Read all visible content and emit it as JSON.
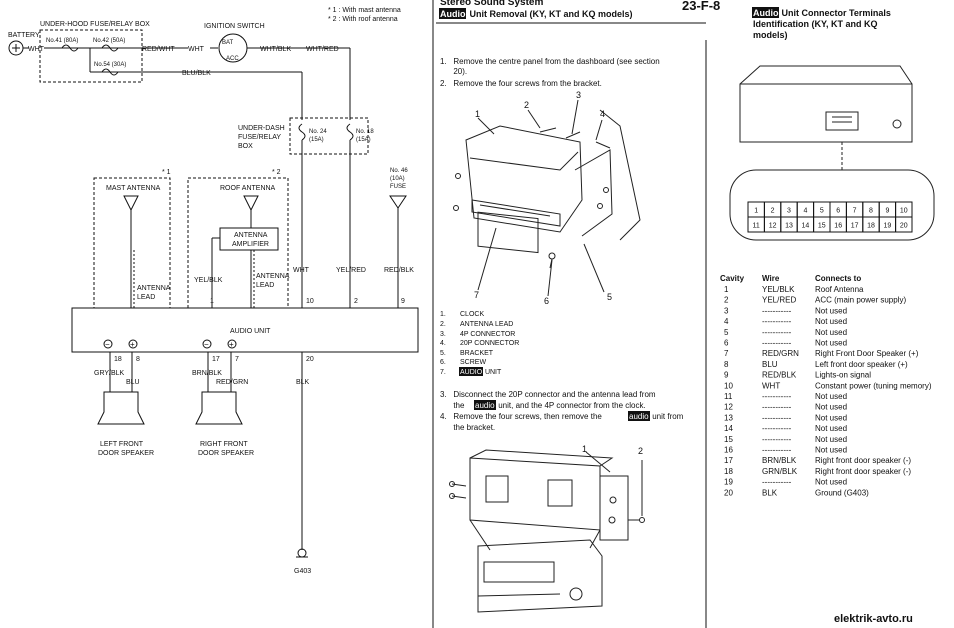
{
  "schematic": {
    "footnote_1": "* 1 : With mast antenna",
    "footnote_2": "* 2 : With roof antenna",
    "fuse_box_title": "UNDER-HOOD FUSE/RELAY BOX",
    "ignition_switch": "IGNITION SWITCH",
    "battery": "BATTERY",
    "fuse_41": "No.41 (80A)",
    "fuse_42": "No.42 (50A)",
    "fuse_54": "No.54 (30A)",
    "bat": "BAT",
    "acc": "ACC",
    "wire_wht": "WHT",
    "wire_red_wht": "RED/WHT",
    "wire_wht_blk": "WHT/BLK",
    "wire_wht_red": "WHT/RED",
    "wire_blu_blk": "BLU/BLK",
    "under_dash_1": "UNDER-DASH",
    "under_dash_2": "FUSE/RELAY",
    "under_dash_3": "BOX",
    "fuse_24a": "No. 24",
    "fuse_24b": "(15A)",
    "fuse_18a": "No. 18",
    "fuse_18b": "(15A)",
    "fuse_46a": "No. 46",
    "fuse_46b": "(10A)",
    "fuse_46c": "FUSE",
    "mast_antenna": "MAST ANTENNA",
    "roof_antenna": "ROOF ANTENNA",
    "star1": "* 1",
    "star2": "* 2",
    "antenna_amp_1": "ANTENNA",
    "antenna_amp_2": "AMPLIFIER",
    "antenna_lead_1": "ANTENNA",
    "antenna_lead_2": "LEAD",
    "yel_blk": "YEL/BLK",
    "wire_yel_red": "YEL/RED",
    "wire_red_blk": "RED/BLK",
    "pin_1": "1",
    "pin_10": "10",
    "pin_2": "2",
    "pin_9": "9",
    "audio_unit": "AUDIO UNIT",
    "pin_18": "18",
    "pin_8": "8",
    "pin_17": "17",
    "pin_7": "7",
    "pin_20": "20",
    "minus": "−",
    "plus": "+",
    "gry_blk": "GRY/BLK",
    "blu": "BLU",
    "brn_blk": "BRN/BLK",
    "red_grn": "RED/GRN",
    "blk": "BLK",
    "left_spk_1": "LEFT FRONT",
    "left_spk_2": "DOOR SPEAKER",
    "right_spk_1": "RIGHT FRONT",
    "right_spk_2": "DOOR SPEAKER",
    "ground": "G403"
  },
  "removal": {
    "section": "Stereo Sound System",
    "page_code": "23-F-8",
    "title_hl": "Audio",
    "title_rest": " Unit Removal (KY, KT and KQ models)",
    "step1a": "1.   Remove the centre panel from the dashboard (see section",
    "step1b": "      20).",
    "step2": "2.   Remove the four screws from the bracket.",
    "callouts": [
      "1",
      "2",
      "3",
      "4",
      "5",
      "6",
      "7"
    ],
    "parts": [
      {
        "num": "1.",
        "name": "CLOCK"
      },
      {
        "num": "2.",
        "name": "ANTENNA LEAD"
      },
      {
        "num": "3.",
        "name": "4P CONNECTOR"
      },
      {
        "num": "4.",
        "name": "20P CONNECTOR"
      },
      {
        "num": "5.",
        "name": "BRACKET"
      },
      {
        "num": "6.",
        "name": "SCREW"
      },
      {
        "num": "7.",
        "name": "AUDIO",
        "suffix": " UNIT"
      }
    ],
    "step3a": "3.   Disconnect the 20P connector and the antenna lead from",
    "step3b_pre": "      the ",
    "step3b_hl": "audio",
    "step3b_post": " unit, and the 4P connector from the clock.",
    "step4a_pre": "4.   Remove the four screws, then remove the ",
    "step4a_hl": "audio",
    "step4a_post": " unit from",
    "step4b": "      the bracket.",
    "callout_b1": "1",
    "callout_b2": "2"
  },
  "terminals": {
    "title_hl": "Audio",
    "title_rest": " Unit Connector Terminals",
    "title_2": "Identification (KY, KT and KQ",
    "title_3": "models)",
    "connector_top": [
      "1",
      "2",
      "3",
      "4",
      "5",
      "6",
      "7",
      "8",
      "9",
      "10"
    ],
    "connector_bottom": [
      "11",
      "12",
      "13",
      "14",
      "15",
      "16",
      "17",
      "18",
      "19",
      "20"
    ],
    "headers": {
      "cavity": "Cavity",
      "wire": "Wire",
      "connects": "Connects to"
    },
    "rows": [
      {
        "cavity": "1",
        "wire": "YEL/BLK",
        "connects": "Roof Antenna"
      },
      {
        "cavity": "2",
        "wire": "YEL/RED",
        "connects": "ACC (main power supply)"
      },
      {
        "cavity": "3",
        "wire": "-----------",
        "connects": "Not used"
      },
      {
        "cavity": "4",
        "wire": "-----------",
        "connects": "Not used"
      },
      {
        "cavity": "5",
        "wire": "-----------",
        "connects": "Not used"
      },
      {
        "cavity": "6",
        "wire": "-----------",
        "connects": "Not used"
      },
      {
        "cavity": "7",
        "wire": "RED/GRN",
        "connects": "Right Front Door Speaker (+)"
      },
      {
        "cavity": "8",
        "wire": "BLU",
        "connects": "Left front door speaker (+)"
      },
      {
        "cavity": "9",
        "wire": "RED/BLK",
        "connects": "Lights-on signal"
      },
      {
        "cavity": "10",
        "wire": "WHT",
        "connects": "Constant power (tuning memory)"
      },
      {
        "cavity": "11",
        "wire": "-----------",
        "connects": "Not used"
      },
      {
        "cavity": "12",
        "wire": "-----------",
        "connects": "Not used"
      },
      {
        "cavity": "13",
        "wire": "-----------",
        "connects": "Not used"
      },
      {
        "cavity": "14",
        "wire": "-----------",
        "connects": "Not used"
      },
      {
        "cavity": "15",
        "wire": "-----------",
        "connects": "Not used"
      },
      {
        "cavity": "16",
        "wire": "-----------",
        "connects": "Not used"
      },
      {
        "cavity": "17",
        "wire": "BRN/BLK",
        "connects": "Right front door speaker (-)"
      },
      {
        "cavity": "18",
        "wire": "GRN/BLK",
        "connects": "Right front door speaker (-)"
      },
      {
        "cavity": "19",
        "wire": "-----------",
        "connects": "Not used"
      },
      {
        "cavity": "20",
        "wire": "BLK",
        "connects": "Ground (G403)"
      }
    ],
    "watermark": "elektrik-avto.ru"
  }
}
